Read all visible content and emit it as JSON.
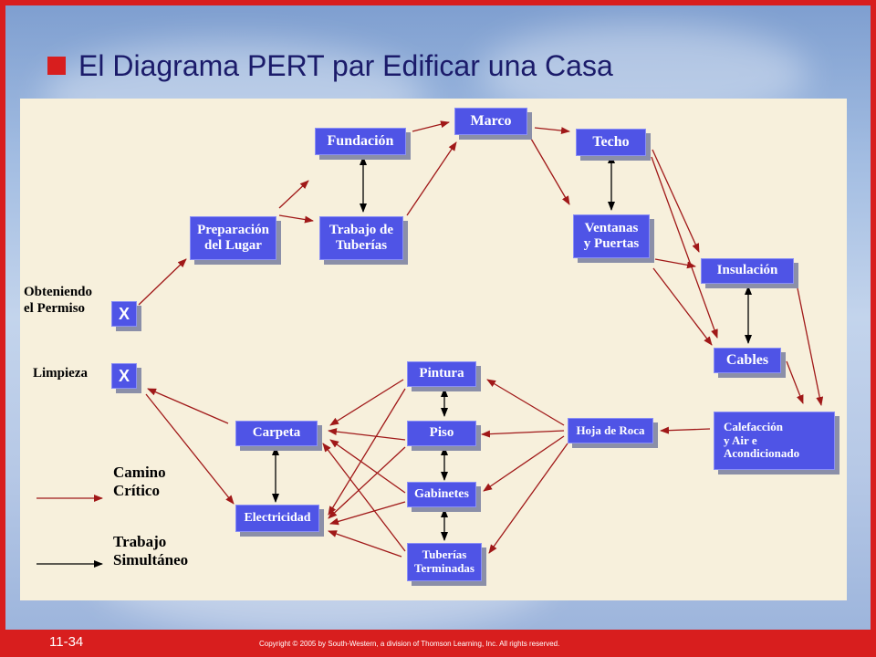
{
  "title": "El Diagrama PERT par Edificar una Casa",
  "nodes": {
    "marco": "Marco",
    "fundacion": "Fundación",
    "techo": "Techo",
    "preparacion": "Preparación del Lugar",
    "trabajo_tuberias": "Trabajo de Tuberías",
    "ventanas": "Ventanas y Puertas",
    "insulacion": "Insulación",
    "permiso_x": "X",
    "limpieza_x": "X",
    "cables": "Cables",
    "pintura": "Pintura",
    "piso": "Piso",
    "hoja_roca": "Hoja de Roca",
    "calefaccion": "Calefacción y Air e Acondicionado",
    "carpeta": "Carpeta",
    "gabinetes": "Gabinetes",
    "electricidad": "Electricidad",
    "tuberias_terminadas": "Tuberías Terminadas"
  },
  "labels": {
    "obteniendo": "Obteniendo el Permiso",
    "limpieza": "Limpieza"
  },
  "legend": {
    "critical": "Camino Crítico",
    "simultaneous": "Trabajo Simultáneo",
    "critical_color": "#a01818",
    "simultaneous_color": "#000000"
  },
  "footer": {
    "slide_number": "11-34",
    "copyright": "Copyright © 2005 by South-Western, a division of Thomson Learning, Inc. All rights reserved."
  },
  "colors": {
    "frame": "#d81e1e",
    "node": "#4f54e6",
    "panel": "#f7f0dc",
    "title": "#1b1b6a"
  }
}
